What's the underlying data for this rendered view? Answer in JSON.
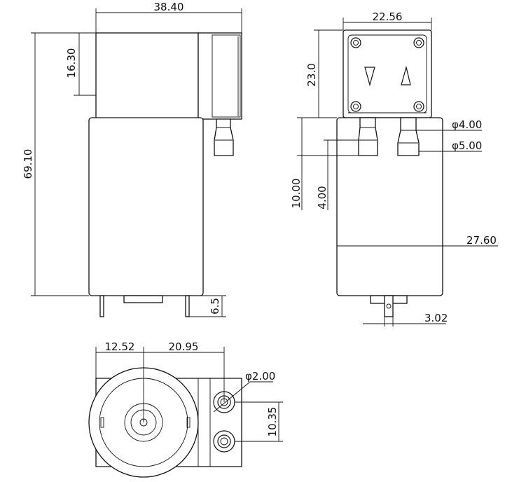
{
  "drawing": {
    "side_view": {
      "total_width": "38.40",
      "head_height": "16.30",
      "total_height": "69.10",
      "terminal_length": "6.5"
    },
    "front_view": {
      "head_width": "22.56",
      "head_height": "23.0",
      "port_small_diameter": "φ4.00",
      "port_large_diameter": "φ5.00",
      "barb_length": "10.00",
      "barb_tip_length": "4.00",
      "body_diameter": "27.60",
      "terminal_width": "3.02",
      "outlet_symbol": "V",
      "inlet_symbol": "Λ"
    },
    "bottom_view": {
      "center_offset": "12.52",
      "port_offset": "20.95",
      "bore_diameter": "φ2.00",
      "port_spacing": "10.35"
    }
  }
}
